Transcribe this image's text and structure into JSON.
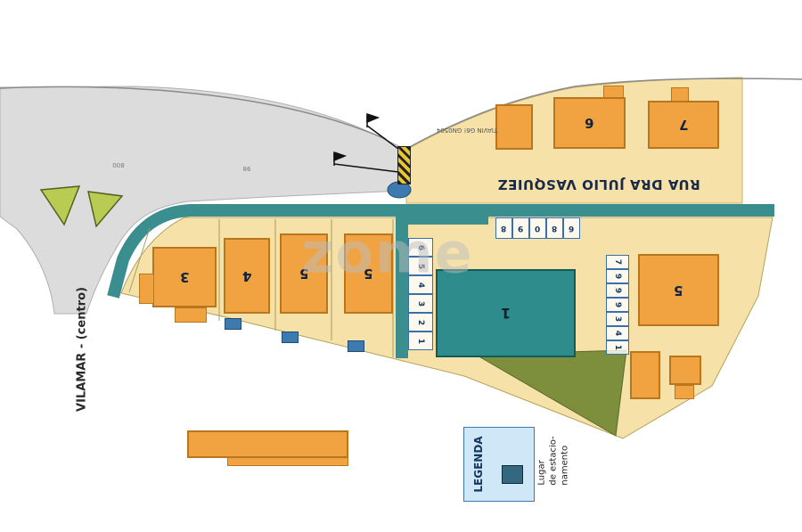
{
  "watermark": "zome",
  "street": {
    "name": "RUA DRA JULIO VASQUIEZ"
  },
  "left_road": {
    "label": "VILAMAR - (centro)"
  },
  "annotations": {
    "survey_note": "TIAVIN G6! GN0504",
    "road_marks": [
      "800",
      "98"
    ]
  },
  "buildings": {
    "b3": "3",
    "b4": "4",
    "b5a": "5",
    "b5b": "5",
    "b6": "6",
    "b7": "7",
    "b5r": "5",
    "b1": "1"
  },
  "parking": {
    "center_strip": [
      "6",
      "5",
      "4",
      "3",
      "2",
      "1"
    ],
    "top_row": [
      "8",
      "9",
      "0",
      "8",
      "6"
    ],
    "right_strip": [
      "7",
      "9",
      "9",
      "9",
      "3",
      "4",
      "1"
    ]
  },
  "legend": {
    "title": "LEGENDA",
    "item_lines": [
      "Lugar",
      "de estacio-",
      "namento"
    ]
  },
  "colors": {
    "parcel_beige": "#f6e2a8",
    "building_orange": "#f2a341",
    "road_teal": "#3a8e8e",
    "road_gray": "#dcdcdc",
    "building_teal": "#2f8c8c",
    "parking_blue": "#3c7ab0",
    "legend_blue": "#cfe7f7",
    "tree_green": "#b9cb52",
    "slope_olive": "#7d8f3c"
  }
}
